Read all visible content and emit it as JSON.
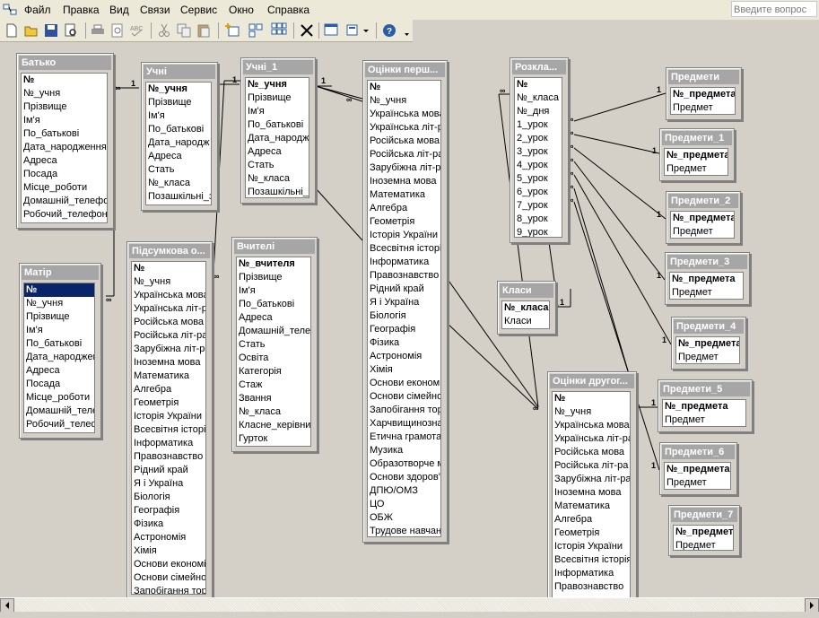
{
  "menubar": {
    "items": [
      "Файл",
      "Правка",
      "Вид",
      "Связи",
      "Сервис",
      "Окно",
      "Справка"
    ],
    "help_placeholder": "Введите вопрос"
  },
  "toolbar": {
    "buttons": [
      "new-icon",
      "open-icon",
      "save-icon",
      "file-search-icon",
      "print-icon",
      "print-preview-icon",
      "spelling-icon",
      "cut-icon",
      "copy-icon",
      "paste-icon",
      "show-table-icon",
      "direct-relationships-icon",
      "all-relationships-icon",
      "delete-icon",
      "database-window-icon",
      "new-object-icon",
      "help-icon"
    ]
  },
  "tables": {
    "batko": {
      "title": "Батько",
      "fields": [
        "№",
        "№_учня",
        "Прізвище",
        "Ім'я",
        "По_батькові",
        "Дата_народження",
        "Адреса",
        "Посада",
        "Місце_роботи",
        "Домашній_телефо",
        "Робочий_телефон"
      ]
    },
    "mati": {
      "title": "Матір",
      "fields": [
        "№",
        "№_учня",
        "Прізвище",
        "Ім'я",
        "По_батькові",
        "Дата_народжен",
        "Адреса",
        "Посада",
        "Місце_роботи",
        "Домашній_телес",
        "Робочий_телеф"
      ]
    },
    "uchni": {
      "title": "Учні",
      "fields": [
        "№_учня",
        "Прізвище",
        "Ім'я",
        "По_батькові",
        "Дата_народж",
        "Адреса",
        "Стать",
        "№_класа",
        "Позашкільні_з"
      ]
    },
    "uchni1": {
      "title": "Учні_1",
      "fields": [
        "№_учня",
        "Прізвище",
        "Ім'я",
        "По_батькові",
        "Дата_народж",
        "Адреса",
        "Стать",
        "№_класа",
        "Позашкільні_з"
      ]
    },
    "pidsumkova": {
      "title": "Підсумкова о...",
      "fields": [
        "№",
        "№_учня",
        "Українська мова",
        "Українська літ-ра",
        "Російська мова",
        "Російська літ-ра",
        "Зарубіжна літ-ра",
        "Іноземна мова",
        "Математика",
        "Алгебра",
        "Геометрія",
        "Історія України",
        "Всесвітня історія",
        "Інформатика",
        "Правознавство",
        "Рідний край",
        "Я і Україна",
        "Біологія",
        "Географія",
        "Фізика",
        "Астрономія",
        "Хімія",
        "Основи економік",
        "Основи сімейної ж",
        "Запобігання торг"
      ]
    },
    "vchyteli": {
      "title": "Вчителі",
      "fields": [
        "№_вчителя",
        "Прізвище",
        "Ім'я",
        "По_батькові",
        "Адреса",
        "Домашній_телеф",
        "Стать",
        "Освіта",
        "Категорія",
        "Стаж",
        "Звання",
        "№_класа",
        "Класне_керівни",
        "Гурток"
      ]
    },
    "otsinky1": {
      "title": "Оцінки перш...",
      "fields": [
        "№",
        "№_учня",
        "Українська мова",
        "Українська літ-ра",
        "Російська мова",
        "Російська літ-ра",
        "Зарубіжна літ-ра",
        "Іноземна мова",
        "Математика",
        "Алгебра",
        "Геометрія",
        "Історія України",
        "Всесвітня історія",
        "Інформатика",
        "Правознавство",
        "Рідний край",
        "Я і Україна",
        "Біологія",
        "Географія",
        "Фізика",
        "Астрономія",
        "Хімія",
        "Основи економік",
        "Основи сімейної",
        "Запобігання тор",
        "Харчвищинознав",
        "Етична грамота",
        "Музика",
        "Образотворче м",
        "Основи здоров'я",
        "ДПЮ/ОМЗ",
        "ЦО",
        "ОБЖ",
        "Трудове навчан"
      ]
    },
    "rozklad": {
      "title": "Розкла...",
      "fields": [
        "№",
        "№_класа",
        "№_дня",
        "1_урок",
        "2_урок",
        "3_урок",
        "4_урок",
        "5_урок",
        "6_урок",
        "7_урок",
        "8_урок",
        "9_урок"
      ]
    },
    "klasy": {
      "title": "Класи",
      "fields": [
        "№_класа",
        "Класи"
      ]
    },
    "otsinky2": {
      "title": "Оцінки другог...",
      "fields": [
        "№",
        "№_учня",
        "Українська мова",
        "Українська літ-ра",
        "Російська мова",
        "Російська літ-ра",
        "Зарубіжна літ-ра",
        "Іноземна мова",
        "Математика",
        "Алгебра",
        "Геометрія",
        "Історія України",
        "Всесвітня історія",
        "Інформатика",
        "Правознавство"
      ]
    },
    "predmety": {
      "title": "Предмети",
      "fields": [
        "№_предмета",
        "Предмет"
      ]
    },
    "predmety1": {
      "title": "Предмети_1",
      "fields": [
        "№_предмета",
        "Предмет"
      ]
    },
    "predmety2": {
      "title": "Предмети_2",
      "fields": [
        "№_предмета",
        "Предмет"
      ]
    },
    "predmety3": {
      "title": "Предмети_3",
      "fields": [
        "№_предмета",
        "Предмет"
      ]
    },
    "predmety4": {
      "title": "Предмети_4",
      "fields": [
        "№_предмета",
        "Предмет"
      ]
    },
    "predmety5": {
      "title": "Предмети_5",
      "fields": [
        "№_предмета",
        "Предмет"
      ]
    },
    "predmety6": {
      "title": "Предмети_6",
      "fields": [
        "№_предмета",
        "Предмет"
      ]
    },
    "predmety7": {
      "title": "Предмети_7",
      "fields": [
        "№_предмета",
        "Предмет"
      ]
    }
  },
  "relationship_labels": {
    "one": "1",
    "many": "∞"
  }
}
